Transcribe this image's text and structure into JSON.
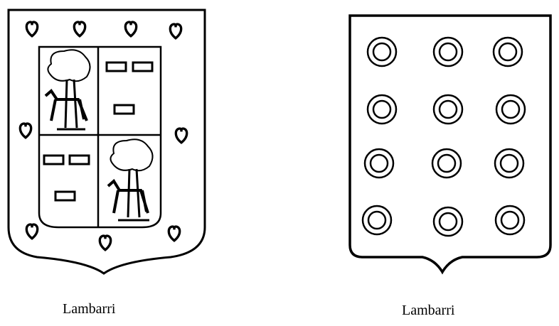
{
  "shields": [
    {
      "caption": "Lambarri",
      "type": "quartered-with-hearts-bordure"
    },
    {
      "caption": "Lambarri",
      "type": "roundels"
    }
  ],
  "colors": {
    "ink": "#000000",
    "field": "#ffffff"
  }
}
